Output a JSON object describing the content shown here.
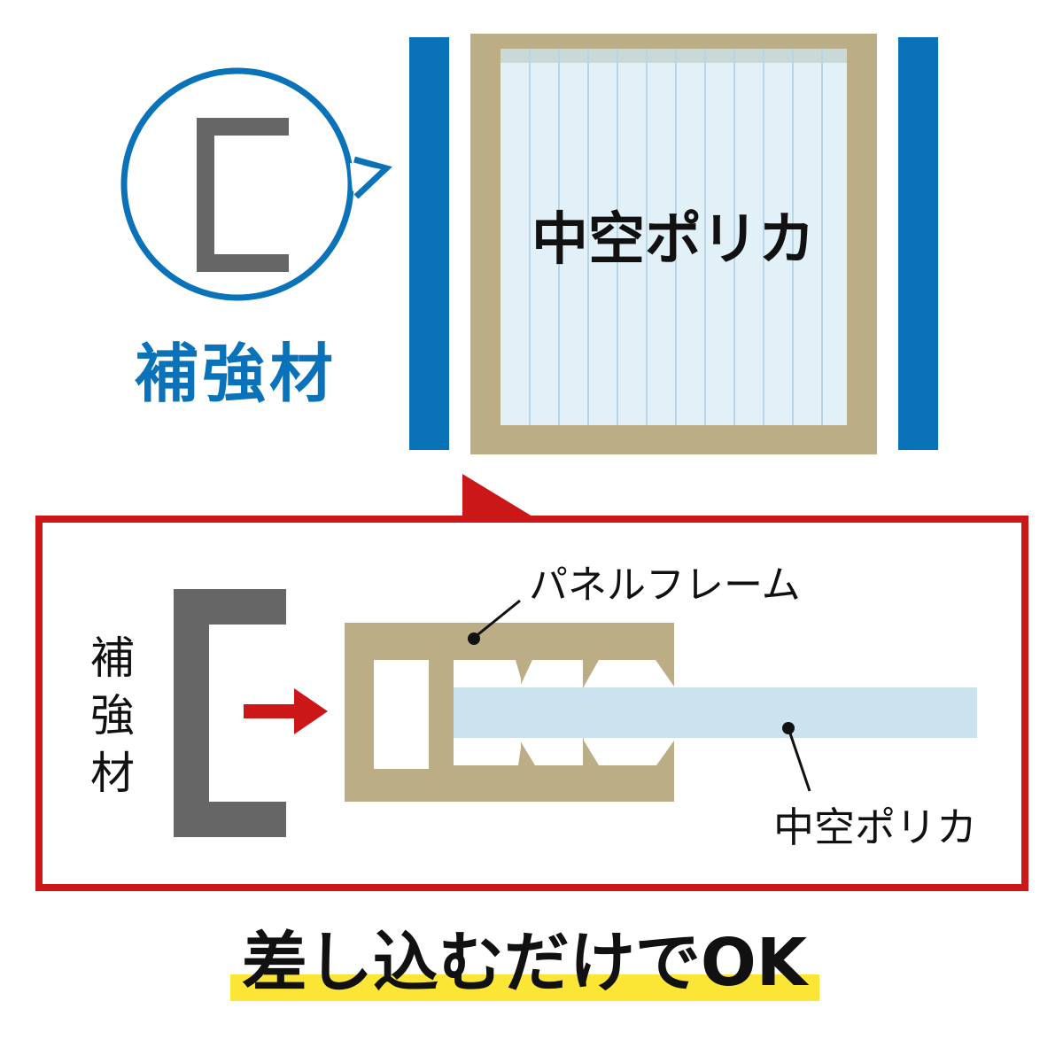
{
  "top": {
    "panel_label": "中空ポリカ",
    "reinforcement_label": "補強材"
  },
  "detail": {
    "reinforcement_chars": [
      "補",
      "強",
      "材"
    ],
    "frame_label": "パネルフレーム",
    "polycarb_label": "中空ポリカ"
  },
  "caption": "差し込むだけでOK",
  "colors": {
    "blue": "#0a72b9",
    "tan": "#bbad85",
    "light_blue": "#cbe3ef",
    "gray": "#666666",
    "red": "#cc1719",
    "yellow": "#fbe535"
  }
}
